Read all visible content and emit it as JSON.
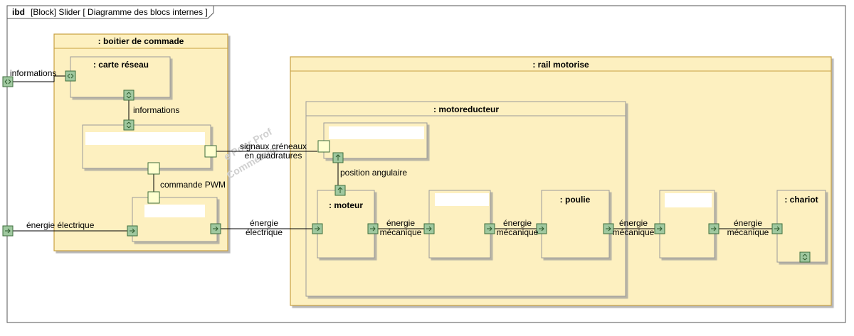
{
  "frame": {
    "kind": "ibd",
    "title": "[Block] Slider [ Diagramme des blocs internes ]"
  },
  "blocks": {
    "boitier": ": boitier de commade",
    "carte": ": carte réseau",
    "rail": ": rail motorise",
    "motoreducteur": ": motoreducteur",
    "moteur": ": moteur",
    "poulie": ": poulie",
    "chariot": ": chariot"
  },
  "flows": {
    "info_ext": "informations",
    "info_int": "informations",
    "signaux_l1": "signaux créneaux",
    "signaux_l2": "en quadratures",
    "position": "position angulaire",
    "pwm": "commande PWM",
    "energie_in": "énergie électrique",
    "energie_elec_l1": "énergie",
    "energie_elec_l2": "électrique",
    "meca1_l1": "énergie",
    "meca1_l2": "mécanique",
    "meca2_l1": "énergie",
    "meca2_l2": "mécanique",
    "meca3_l1": "énergie",
    "meca3_l2": "mécanique",
    "meca4_l1": "énergie",
    "meca4_l2": "mécanique"
  },
  "watermark": {
    "l1": "e Pour Prof",
    "l2": "Commercial"
  },
  "colors": {
    "block_fill": "#fdf0c0",
    "block_border": "#c8a040",
    "port_fill": "#9fc89f",
    "port_border": "#3d6e3d",
    "port_yellow": "#ffffd0"
  }
}
